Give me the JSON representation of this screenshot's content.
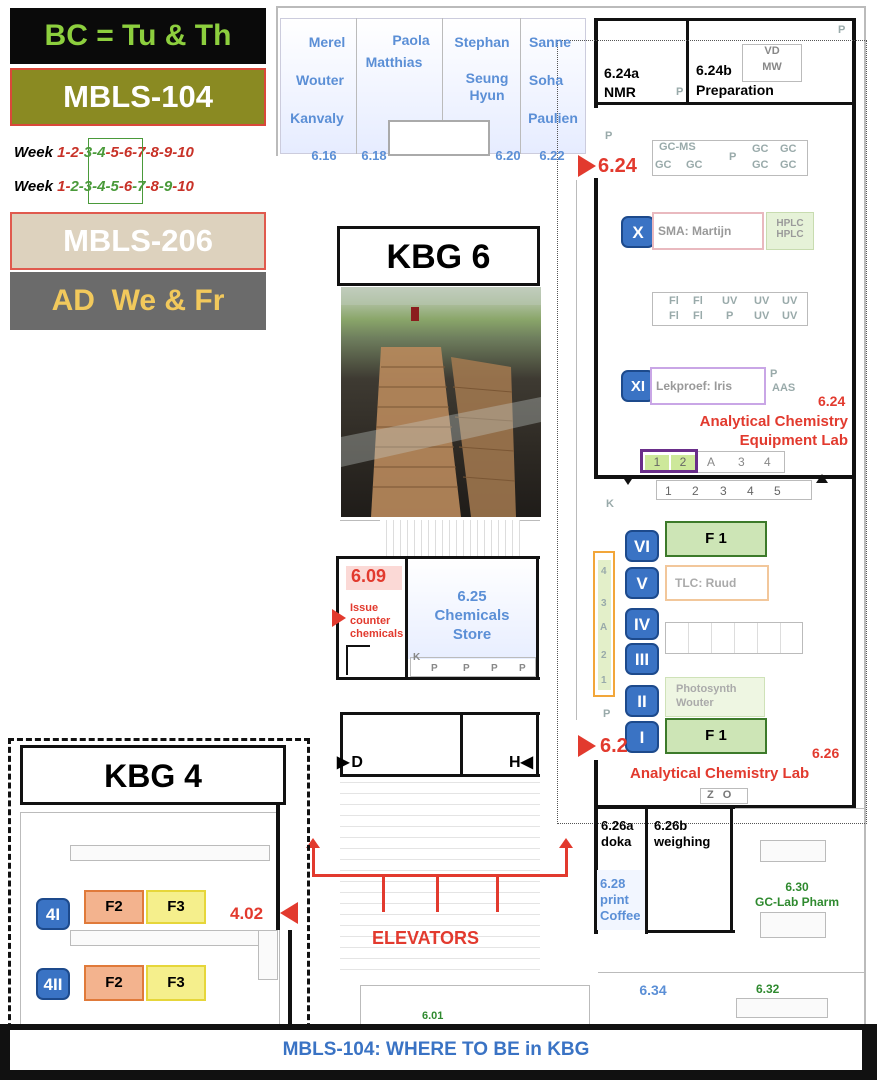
{
  "legend": {
    "bc": "BC = Tu & Th",
    "mbls104": "MBLS-104",
    "week_prefix": "Week",
    "week_row1": [
      "1",
      "-",
      "2",
      "-",
      "3",
      "-",
      "4",
      "-",
      "5",
      "-",
      "6",
      "-",
      "7",
      "-",
      "8",
      "-",
      "9",
      "-",
      "10"
    ],
    "week_row2": [
      "1",
      "-",
      "2",
      "-",
      "3",
      "-",
      "4",
      "-",
      "5",
      "-",
      "6",
      "-",
      "7",
      "-",
      "8",
      "-",
      "9",
      "-",
      "10"
    ],
    "mbls206": "MBLS-206",
    "ad": "AD  We & Fr",
    "colors": {
      "bc_bg": "#0a0a0a",
      "bc_text": "#8dcf3e",
      "mbls104_bg": "#8a8a22",
      "mbls206_bg": "#ddd2be",
      "ad_bg": "#6b6b6b",
      "ad_text": "#f2c95c",
      "red": "#e23a2e",
      "green": "#2f8a2f",
      "blue": "#3a73c4"
    }
  },
  "offices": {
    "names": [
      "Merel",
      "Wouter",
      "Kanvaly",
      "Paola",
      "Matthias",
      "Stephan",
      "Seung\nHyun",
      "Sanne",
      "Soha",
      "Paulien"
    ],
    "numbers": [
      "6.16",
      "6.18",
      "6.20",
      "6.22"
    ]
  },
  "rooms": {
    "r624a": "6.24a\nNMR",
    "r624b": "6.24b\nPreparation",
    "r624_arrow": "6.24",
    "r624_small": "6.24",
    "r624_name": "Analytical Chemistry\nEquipment Lab",
    "r626_arrow": "6.2",
    "r626_small": "6.26",
    "r626_name": "Analytical Chemistry Lab",
    "r609": "6.09",
    "issue": "Issue\ncounter\nchemicals",
    "r625": "6.25\nChemicals\nStore",
    "r626a": "6.26a\ndoka",
    "r626b": "6.26b\nweighing",
    "r628": "6.28\nprint\nCoffee",
    "r630": "6.30\nGC-Lab Pharm",
    "r634": "6.34",
    "r632": "6.32",
    "r601": "6.01",
    "r402": "4.02",
    "elevators": "ELEVATORS",
    "kbg6": "KBG 6",
    "kbg4": "KBG 4",
    "d": "D",
    "h": "H",
    "footer": "MBLS-104: WHERE TO BE in KBG"
  },
  "equipment": {
    "vd": "VD",
    "mw": "MW",
    "p": "P",
    "gcms": "GC-MS",
    "gc": "GC",
    "x_station": "SMA: Martijn",
    "hplc": "HPLC",
    "fl": "Fl",
    "uv": "UV",
    "xi_station": "Lekproef: Iris",
    "aas": "AAS",
    "f1": "F 1",
    "v_station": "TLC: Ruud",
    "ii_station": "Photosynth\nWouter",
    "f2": "F2",
    "f3": "F3",
    "z": "Z",
    "o": "O",
    "k": "K",
    "a": "A",
    "nums": [
      "1",
      "2",
      "3",
      "4",
      "5"
    ]
  },
  "badges": [
    "X",
    "XI",
    "VI",
    "V",
    "IV",
    "III",
    "II",
    "I",
    "4I",
    "4II"
  ]
}
